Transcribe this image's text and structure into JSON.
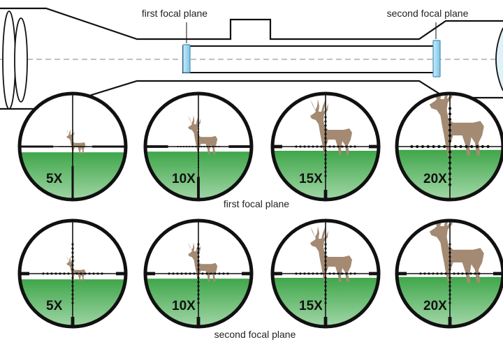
{
  "labels": {
    "top_first_focal_plane": "first focal plane",
    "top_second_focal_plane": "second focal plane",
    "row1_caption": "first focal plane",
    "row2_caption": "second focal plane"
  },
  "rows": [
    {
      "plane": "first",
      "scopes": [
        {
          "magnification": "5X",
          "deer_scale": 0.45,
          "reticle_scale": 0.45
        },
        {
          "magnification": "10X",
          "deer_scale": 0.7,
          "reticle_scale": 0.7
        },
        {
          "magnification": "15X",
          "deer_scale": 1.0,
          "reticle_scale": 1.0
        },
        {
          "magnification": "20X",
          "deer_scale": 1.3,
          "reticle_scale": 1.3
        }
      ]
    },
    {
      "plane": "second",
      "scopes": [
        {
          "magnification": "5X",
          "deer_scale": 0.45,
          "reticle_scale": 1.0
        },
        {
          "magnification": "10X",
          "deer_scale": 0.7,
          "reticle_scale": 1.0
        },
        {
          "magnification": "15X",
          "deer_scale": 1.0,
          "reticle_scale": 1.0
        },
        {
          "magnification": "20X",
          "deer_scale": 1.3,
          "reticle_scale": 1.0
        }
      ]
    }
  ],
  "colors": {
    "outline": "#111111",
    "lens_blue": "#9ed6f2",
    "lens_stroke": "#4a8fb5",
    "ground_green": "#3fa64a",
    "deer_brown": "#a48a73",
    "axis_dash": "#9a9a9a"
  }
}
